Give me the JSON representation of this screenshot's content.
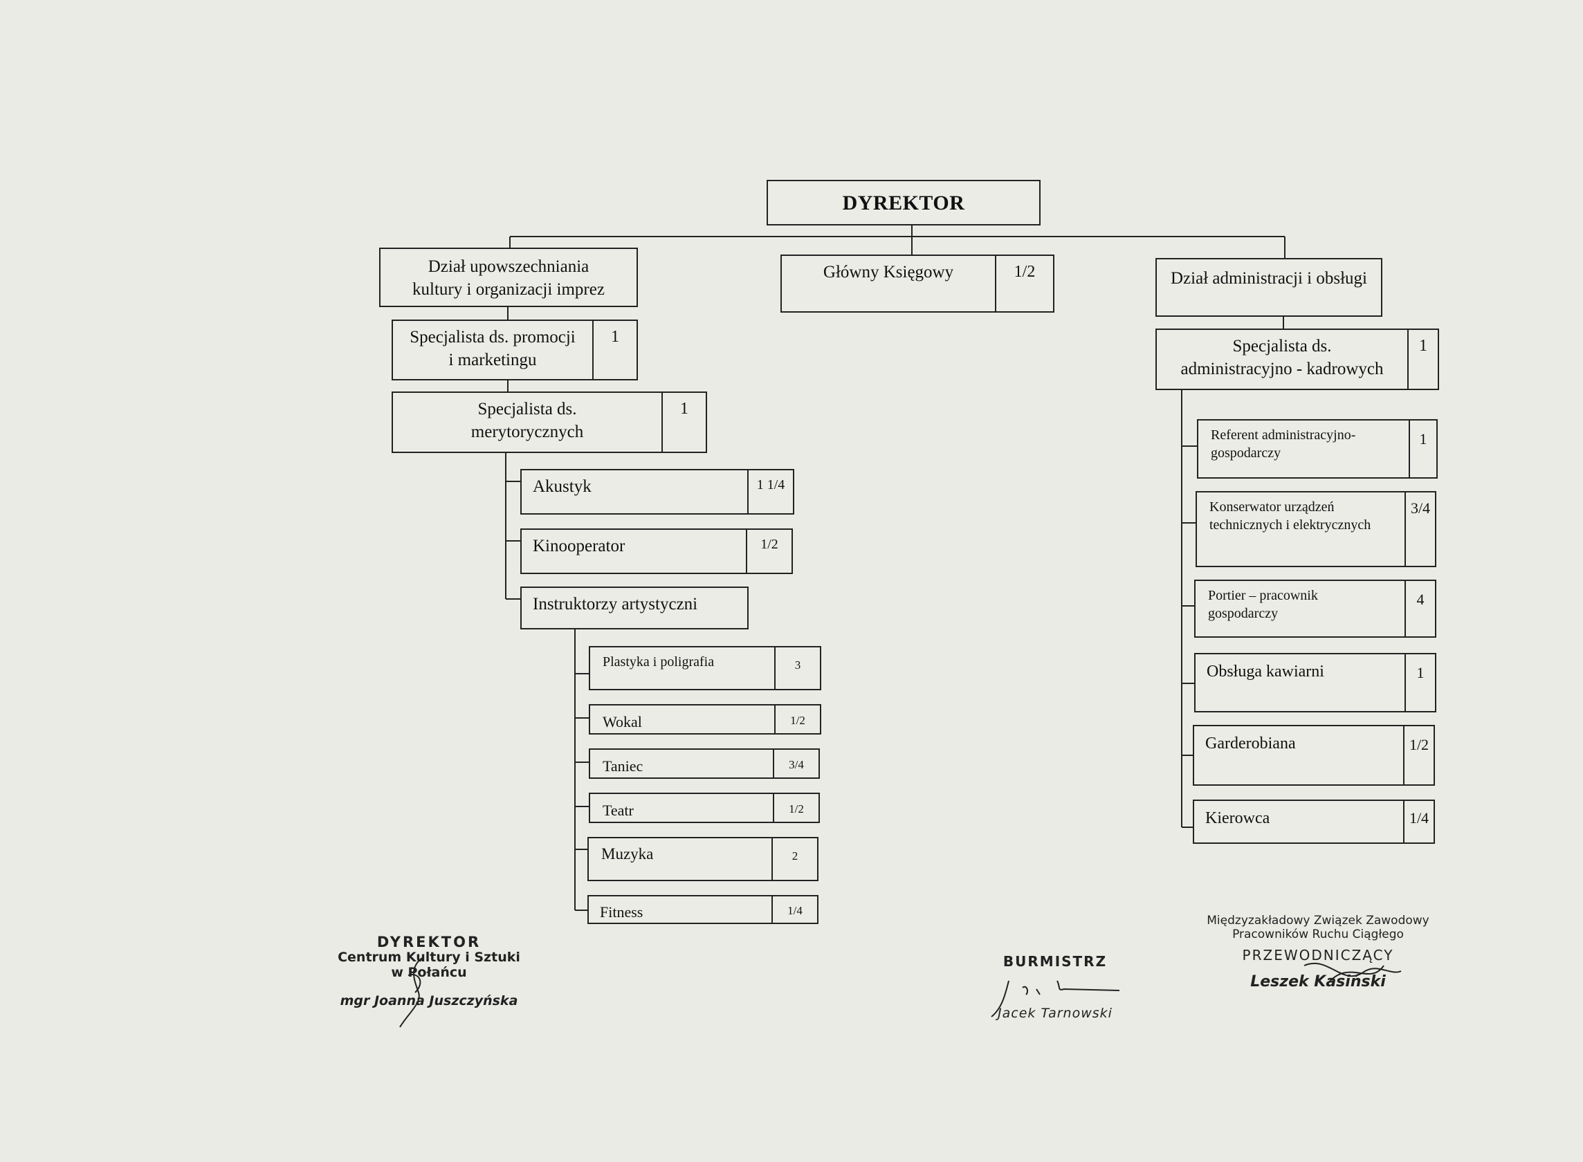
{
  "director": {
    "label": "DYREKTOR"
  },
  "departments": {
    "culture": {
      "label": "Dział upowszechniania\nkultury i organizacji imprez",
      "promotion": {
        "label": "Specjalista ds. promocji\ni marketingu",
        "fte": "1"
      },
      "content": {
        "label": "Specjalista ds.\nmerytorycznych",
        "fte": "1"
      },
      "staff": [
        {
          "label": "Akustyk",
          "fte": "1 1/4"
        },
        {
          "label": "Kinooperator",
          "fte": "1/2"
        }
      ],
      "instructors": {
        "label": "Instruktorzy artystyczni",
        "items": [
          {
            "label": "Plastyka i poligrafia",
            "fte": "3"
          },
          {
            "label": "Wokal",
            "fte": "1/2"
          },
          {
            "label": "Taniec",
            "fte": "3/4"
          },
          {
            "label": "Teatr",
            "fte": "1/2"
          },
          {
            "label": "Muzyka",
            "fte": "2"
          },
          {
            "label": "Fitness",
            "fte": "1/4"
          }
        ]
      }
    },
    "accounting": {
      "label": "Główny Księgowy",
      "fte": "1/2"
    },
    "administration": {
      "label": "Dział administracji i obsługi",
      "hr": {
        "label": "Specjalista ds.\nadministracyjno - kadrowych",
        "fte": "1"
      },
      "items": [
        {
          "label": "Referent administracyjno-\ngospodarczy",
          "fte": "1"
        },
        {
          "label": "Konserwator urządzeń\ntechnicznych i elektrycznych",
          "fte": "3/4"
        },
        {
          "label": "Portier – pracownik\ngospodarczy",
          "fte": "4"
        },
        {
          "label": "Obsługa kawiarni",
          "fte": "1"
        },
        {
          "label": "Garderobiana",
          "fte": "1/2"
        },
        {
          "label": "Kierowca",
          "fte": "1/4"
        }
      ]
    }
  },
  "signatures": {
    "director": {
      "title": "DYREKTOR",
      "line2": "Centrum Kultury i Sztuki",
      "line3": "w Połańcu",
      "name": "mgr Joanna Juszczyńska"
    },
    "mayor": {
      "title": "BURMISTRZ",
      "name": "Jacek Tarnowski"
    },
    "union": {
      "line1": "Międzyzakładowy Związek Zawodowy",
      "line2": "Pracowników Ruchu Ciągłego",
      "title": "PRZEWODNICZĄCY",
      "name": "Leszek Kasiński"
    }
  }
}
